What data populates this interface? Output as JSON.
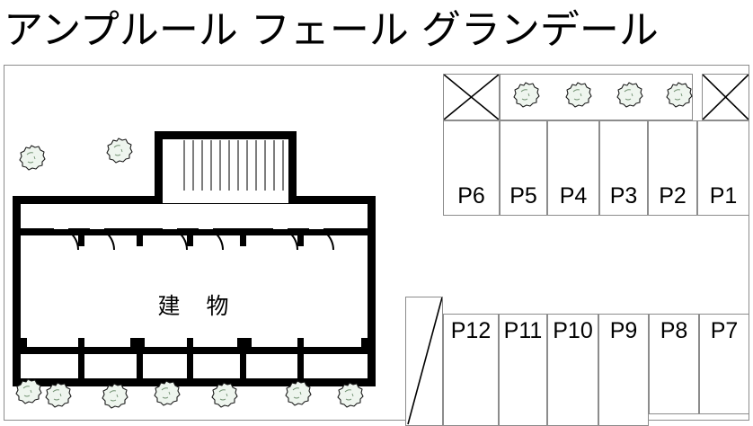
{
  "title": "アンプルール フェール グランデール",
  "building": {
    "label": "建　物",
    "door_count": 6,
    "stair_label": "staircase"
  },
  "parking": {
    "top_row": [
      {
        "id": "P6"
      },
      {
        "id": "P5"
      },
      {
        "id": "P4"
      },
      {
        "id": "P3"
      },
      {
        "id": "P2"
      },
      {
        "id": "P1"
      }
    ],
    "bottom_row": [
      {
        "id": "P12"
      },
      {
        "id": "P11"
      },
      {
        "id": "P10"
      },
      {
        "id": "P9"
      },
      {
        "id": "P8"
      },
      {
        "id": "P7"
      }
    ]
  },
  "colors": {
    "wall": "#000000",
    "line": "#8c8c8c",
    "tree_fill": "#eef5ee",
    "background": "#ffffff"
  },
  "icons": {
    "tree": "tree-icon",
    "cross": "cross-out-icon",
    "ramp": "ramp-icon"
  }
}
